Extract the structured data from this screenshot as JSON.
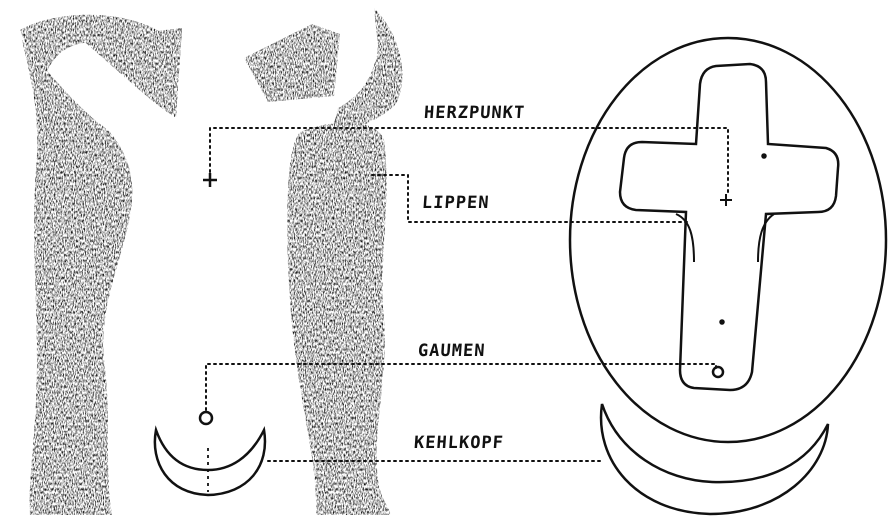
{
  "labels": {
    "herzpunkt": "HERZPUNKT",
    "lippen": "LIPPEN",
    "gaumen": "GAUMEN",
    "kehlkopf": "KEHLKOPF"
  },
  "colors": {
    "ink": "#111111",
    "paper": "#ffffff"
  }
}
